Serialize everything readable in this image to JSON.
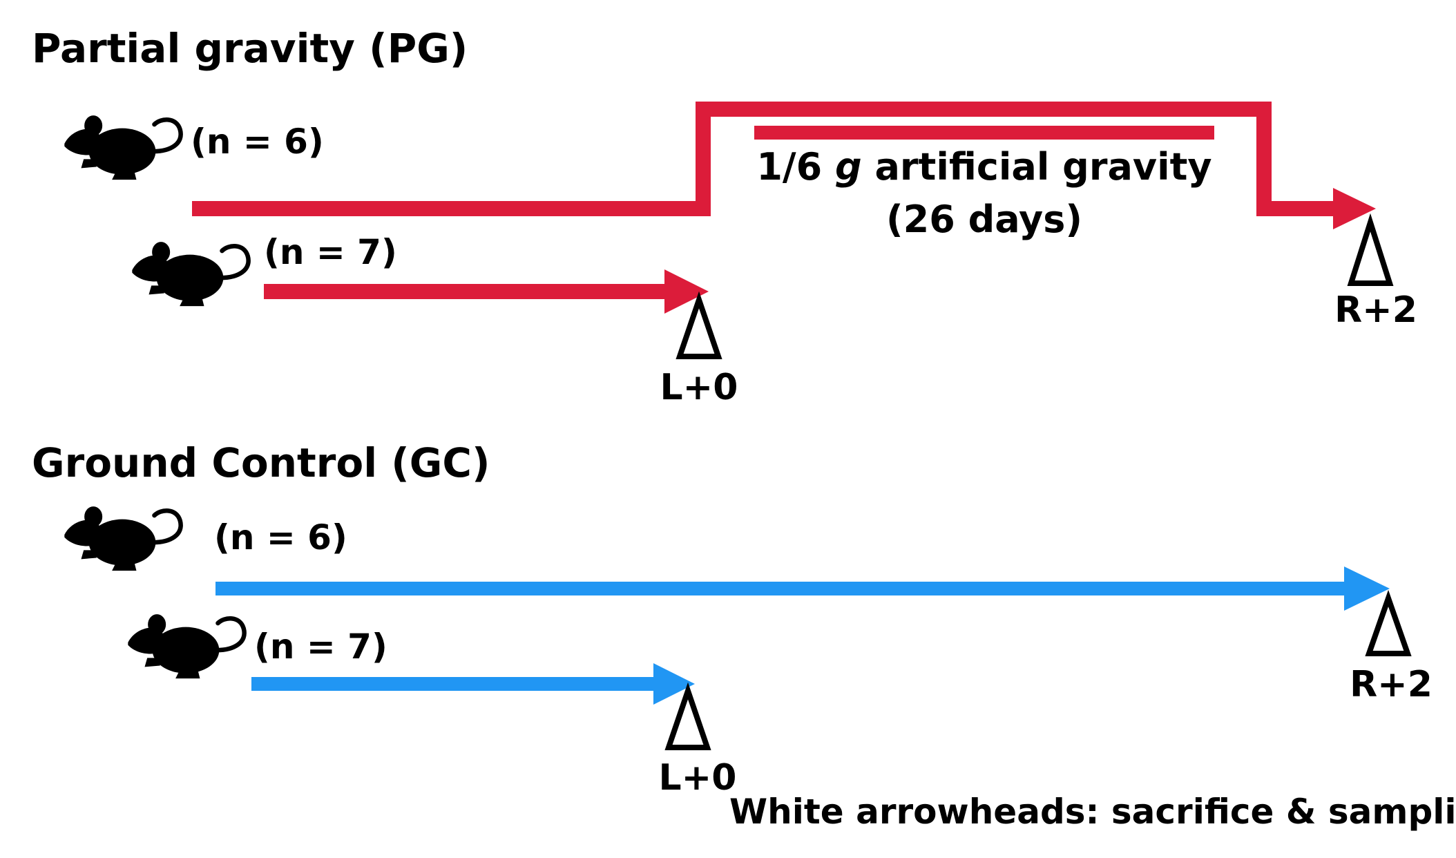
{
  "colors": {
    "pg_line": "#dc1c3a",
    "gc_line": "#2196f3",
    "marker": "#000000",
    "marker_fill": "#ffffff",
    "text": "#000000"
  },
  "groups": {
    "pg": {
      "title": "Partial gravity (PG)",
      "cohort_a": {
        "n_label": "(n = 6)"
      },
      "cohort_b": {
        "n_label": "(n = 7)"
      },
      "gravity_label": "1/6 g artificial gravity",
      "gravity_label_prefix": "1/6 ",
      "gravity_label_g": "g",
      "gravity_label_suffix": " artificial gravity",
      "duration_label": "(26 days)",
      "events": {
        "launch": "L+0",
        "return": "R+2"
      }
    },
    "gc": {
      "title": "Ground Control (GC)",
      "cohort_a": {
        "n_label": "(n = 6)"
      },
      "cohort_b": {
        "n_label": "(n = 7)"
      },
      "events": {
        "launch": "L+0",
        "return": "R+2"
      }
    }
  },
  "icons": [
    "mouse-icon",
    "arrowhead-marker-icon"
  ],
  "footer": {
    "note": "White arrowheads: sacrifice & sampling"
  }
}
